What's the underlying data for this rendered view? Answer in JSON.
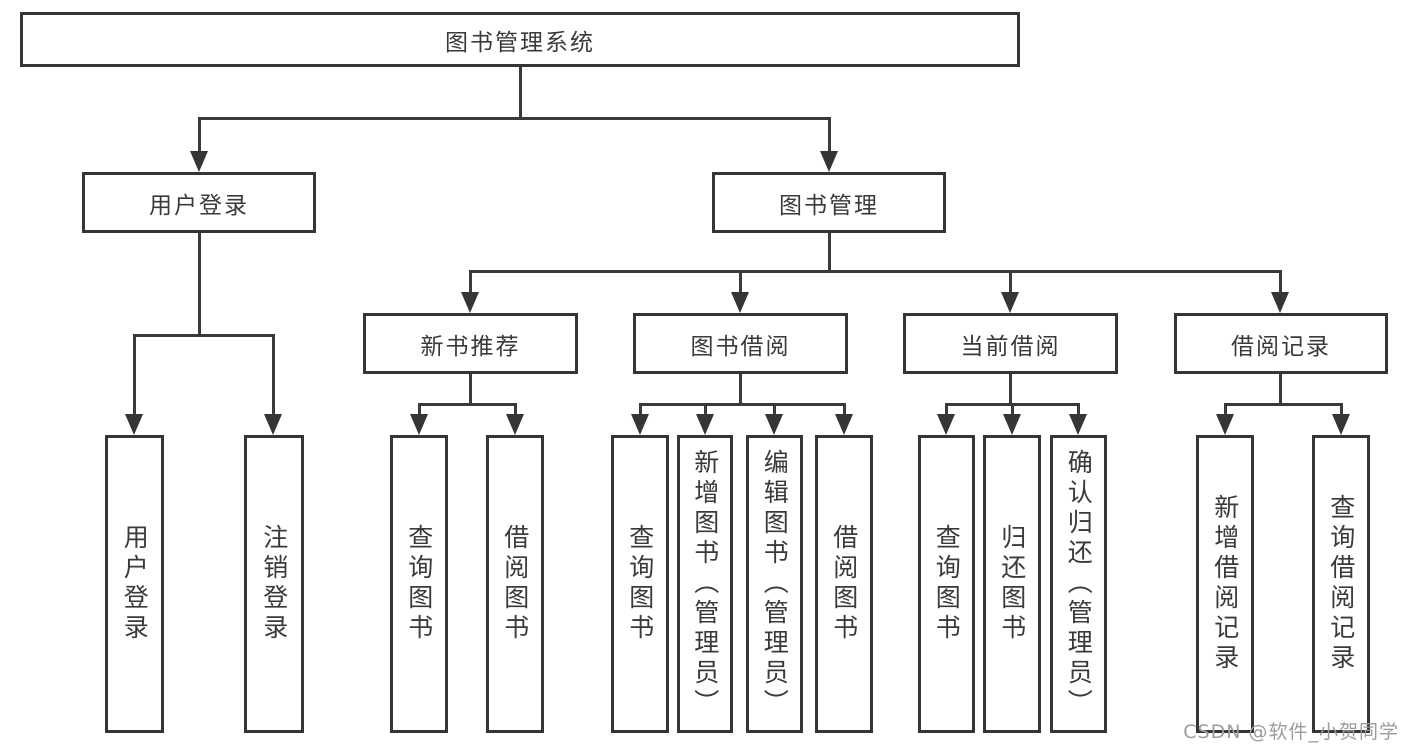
{
  "colors": {
    "line": "#353535",
    "text": "#3a3a3a",
    "watermark": "#9c9c9c",
    "background": "#ffffff"
  },
  "diagram": {
    "title": "图书管理系统",
    "user_login": {
      "label": "用户登录",
      "children": {
        "login": "用户登录",
        "logout": "注销登录"
      }
    },
    "book_management": {
      "label": "图书管理",
      "new_book_rec": {
        "label": "新书推荐",
        "children": {
          "query": "查询图书",
          "borrow": "借阅图书"
        }
      },
      "book_borrow": {
        "label": "图书借阅",
        "children": {
          "query": "查询图书",
          "add": "新增图书（管理员）",
          "edit": "编辑图书（管理员）",
          "borrow": "借阅图书"
        }
      },
      "current_borrow": {
        "label": "当前借阅",
        "children": {
          "query": "查询图书",
          "return_book": "归还图书",
          "confirm_return": "确认归还（管理员）"
        }
      },
      "borrow_records": {
        "label": "借阅记录",
        "children": {
          "add": "新增借阅记录",
          "query": "查询借阅记录"
        }
      }
    }
  },
  "watermark": {
    "text": "CSDN @软件_小贺同学"
  }
}
